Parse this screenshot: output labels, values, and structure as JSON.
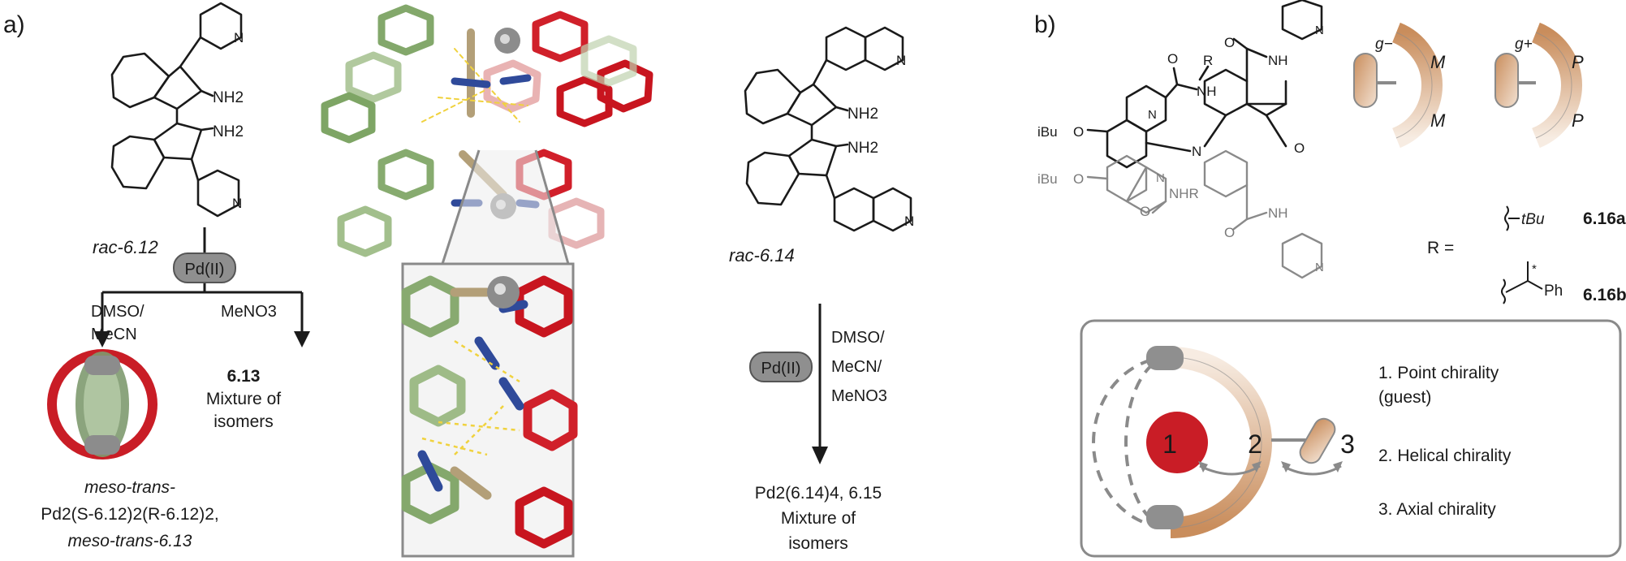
{
  "panel_a": {
    "label": "a)",
    "compound_left": "rac-6.12",
    "compound_right": "rac-6.14",
    "reagent": "Pd(II)",
    "cond_left": [
      "DMSO/",
      "MeCN"
    ],
    "cond_mid": "MeNO3",
    "product_613": "6.13",
    "mixture": [
      "Mixture of",
      "isomers"
    ],
    "meso_lines": [
      "meso-trans-",
      "Pd2(S-6.12)2(R-6.12)2,",
      "meso-trans-6.13"
    ],
    "cond_right": [
      "DMSO/",
      "MeCN/",
      "MeNO3"
    ],
    "product_right": "Pd2(6.14)4, 6.15",
    "nh2": "NH2",
    "n_atom": "N"
  },
  "panel_b": {
    "label": "b)",
    "ibu": "iBu",
    "o": "O",
    "nh": "NH",
    "nhr": "NHR",
    "r": "R",
    "r_eq": "R =",
    "tbu": "tBu",
    "ph": "Ph",
    "star": "*",
    "c16a": "6.16a",
    "c16b": "6.16b",
    "g_minus": "g−",
    "g_plus": "g+",
    "M": "M",
    "P": "P",
    "guest_num": "1",
    "num2": "2",
    "num3": "3",
    "legend": [
      "1. Point chirality",
      "(guest)",
      "2. Helical chirality",
      "3. Axial chirality"
    ]
  }
}
